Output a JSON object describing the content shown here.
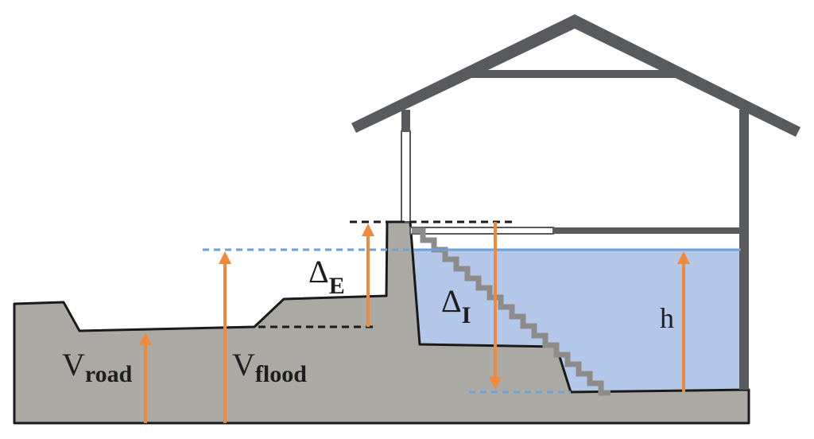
{
  "labels": {
    "delta_symbol": "Δ",
    "v_symbol": "V",
    "delta_e_sub": "E",
    "delta_i_sub": "I",
    "v_road_sub": "road",
    "v_flood_sub": "flood",
    "h": "h"
  },
  "colors": {
    "ground": "#aaa9a3",
    "ground_outline": "#1a1a1a",
    "water": "#b3c7e8",
    "water_line": "#6f9fd6",
    "arrow": "#ef8a3c",
    "house_frame": "#585a5d",
    "stairs": "#8e8b8b",
    "dashed_black": "#1a1a1a"
  }
}
